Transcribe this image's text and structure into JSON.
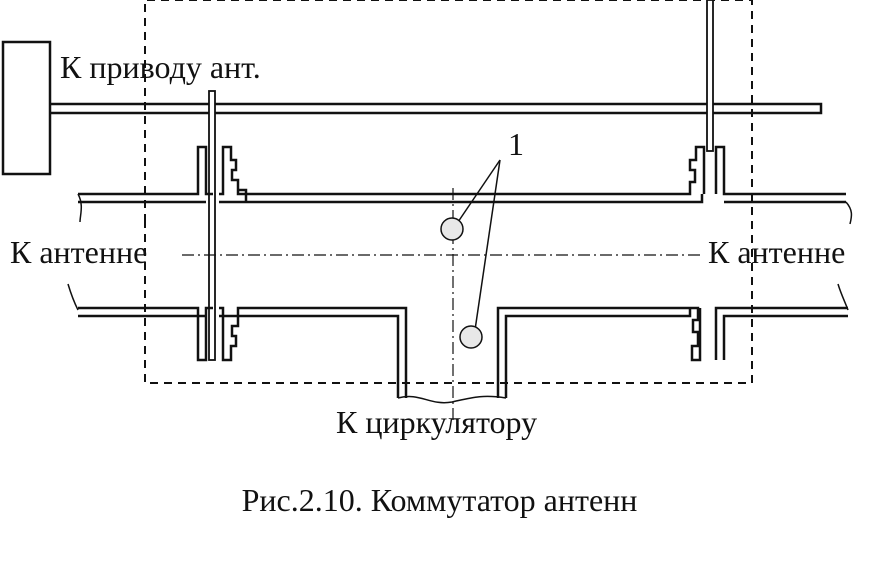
{
  "labels": {
    "drive": "К приводу ант.",
    "marker": "1",
    "antenna_left": "К антенне",
    "antenna_right": "К антенне",
    "circulator": "К циркулятору"
  },
  "caption": "Рис.2.10. Коммутатор антенн",
  "colors": {
    "ink": "#111111",
    "fill": "#e8e8e8"
  }
}
